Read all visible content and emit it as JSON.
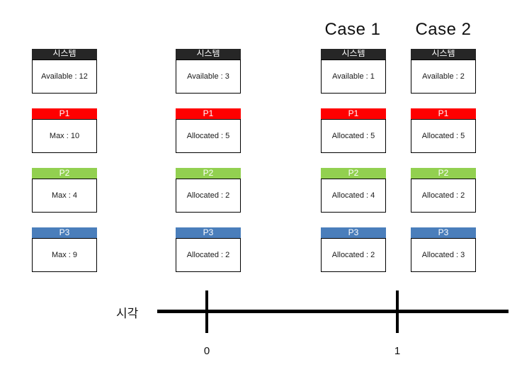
{
  "figure": {
    "background_color": "#ffffff",
    "case_labels": [
      {
        "text": "Case 1"
      },
      {
        "text": "Case 2"
      }
    ]
  },
  "palette": {
    "system": "#262626",
    "p1": "#ff0000",
    "p2": "#92d050",
    "p3": "#4a7ebb",
    "border": "#000000",
    "text": "#1a1a1a"
  },
  "columns": [
    {
      "id": "initial-max",
      "cards": [
        {
          "header": "시스템",
          "body": "Available : 12"
        },
        {
          "header": "P1",
          "body": "Max : 10"
        },
        {
          "header": "P2",
          "body": "Max : 4"
        },
        {
          "header": "P3",
          "body": "Max : 9"
        }
      ]
    },
    {
      "id": "time-0",
      "cards": [
        {
          "header": "시스템",
          "body": "Available : 3"
        },
        {
          "header": "P1",
          "body": "Allocated : 5"
        },
        {
          "header": "P2",
          "body": "Allocated : 2"
        },
        {
          "header": "P3",
          "body": "Allocated : 2"
        }
      ]
    },
    {
      "id": "case-1",
      "cards": [
        {
          "header": "시스템",
          "body": "Available : 1"
        },
        {
          "header": "P1",
          "body": "Allocated : 5"
        },
        {
          "header": "P2",
          "body": "Allocated : 4"
        },
        {
          "header": "P3",
          "body": "Allocated : 2"
        }
      ]
    },
    {
      "id": "case-2",
      "cards": [
        {
          "header": "시스템",
          "body": "Available : 2"
        },
        {
          "header": "P1",
          "body": "Allocated : 5"
        },
        {
          "header": "P2",
          "body": "Allocated : 2"
        },
        {
          "header": "P3",
          "body": "Allocated : 3"
        }
      ]
    }
  ],
  "timeline": {
    "label": "시각",
    "ticks": [
      {
        "value": "0"
      },
      {
        "value": "1"
      }
    ]
  }
}
